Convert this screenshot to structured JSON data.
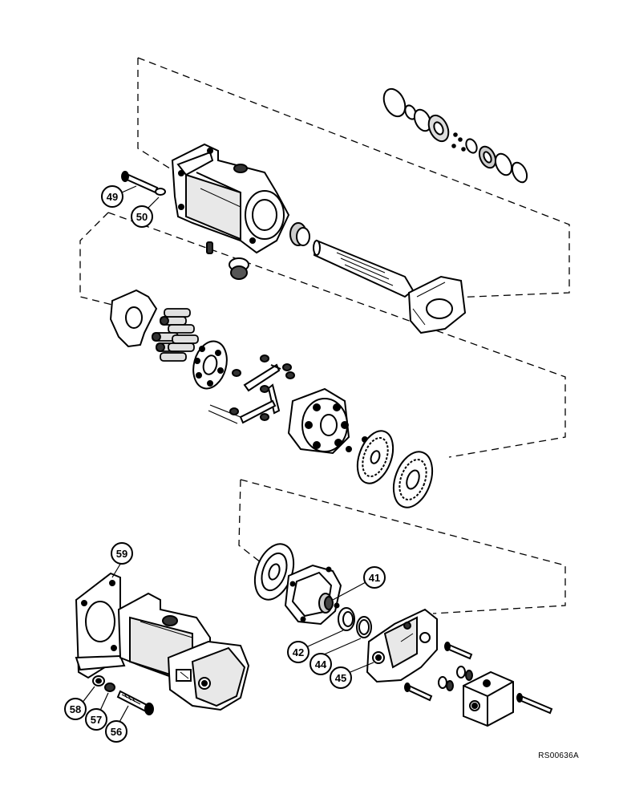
{
  "diagram": {
    "reference_code": "RS00636A",
    "callouts": {
      "c49": "49",
      "c50": "50",
      "c59": "59",
      "c41": "41",
      "c42": "42",
      "c44": "44",
      "c45": "45",
      "c58": "58",
      "c57": "57",
      "c56": "56"
    }
  }
}
